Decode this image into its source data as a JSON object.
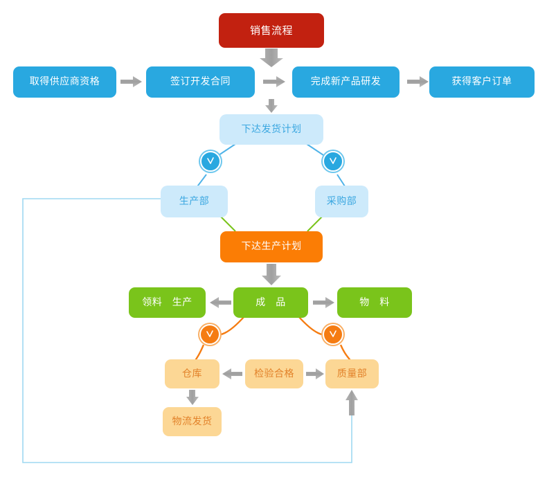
{
  "diagram": {
    "title": "销售流程",
    "colors": {
      "red": "#c22110",
      "blue": "#29a8e0",
      "light_blue": "#cdeafb",
      "orange": "#fb7d05",
      "green": "#7ac41b",
      "tan": "#fcd795",
      "arrow_gray": "#a6a6a6",
      "loop_line": "#9ed8f2"
    },
    "nodes": {
      "sales_process": "销售流程",
      "supplier_qualification": "取得供应商资格",
      "sign_dev_contract": "签订开发合同",
      "complete_new_product": "完成新产品研发",
      "get_customer_order": "获得客户订单",
      "issue_shipping_plan": "下达发货计划",
      "production_dept": "生产部",
      "purchasing_dept": "采购部",
      "issue_production_plan": "下达生产计划",
      "pick_and_produce": "领料　生产",
      "finished_goods": "成　品",
      "materials": "物　料",
      "warehouse": "仓库",
      "inspection_passed": "检验合格",
      "quality_dept": "质量部",
      "logistics_shipping": "物流发货"
    },
    "badges": {
      "production_junction": "check-down-icon",
      "purchasing_junction": "check-down-icon",
      "warehouse_junction": "check-down-icon",
      "quality_junction": "check-down-icon"
    },
    "connectors": {
      "sales_to_row": "arrow-down",
      "supplier_to_contract": "arrow-right",
      "contract_to_product": "arrow-right",
      "product_to_order": "arrow-right",
      "row_to_shipping_plan": "arrow-down",
      "production_plan_to_finished": "arrow-down",
      "finished_to_pick": "arrow-left",
      "finished_to_materials": "arrow-right",
      "inspection_to_warehouse": "arrow-left",
      "inspection_to_quality": "arrow-right",
      "warehouse_to_logistics": "arrow-down",
      "feedback_loop_to_quality": "arrow-up"
    }
  }
}
